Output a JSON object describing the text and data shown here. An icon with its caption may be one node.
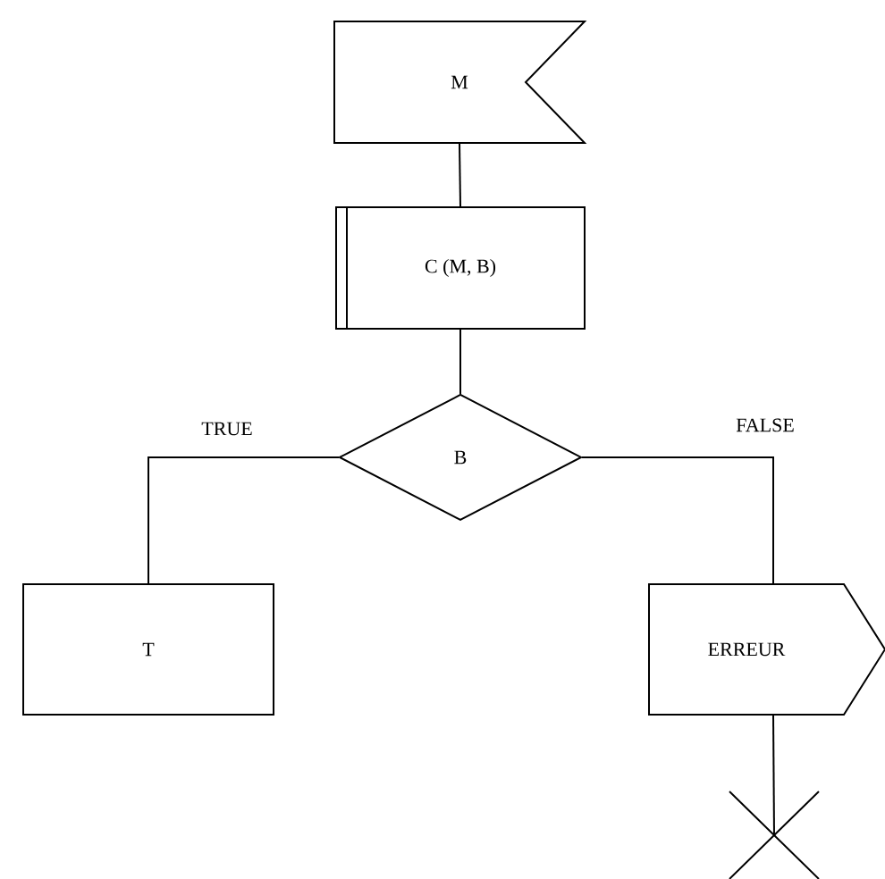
{
  "diagram": {
    "nodes": [
      {
        "text": [
          "M"
        ]
      },
      {
        "text": [
          "C (M, B)"
        ]
      },
      {
        "text": [
          "B"
        ]
      },
      {
        "text": [
          "T"
        ]
      },
      {
        "text": [
          "ERREUR"
        ]
      },
      {
        "text": [],
        "shape": "cross"
      }
    ],
    "edges": [
      {
        "from": 0,
        "to": 1,
        "arrow": "none"
      },
      {
        "from": 1,
        "to": 2,
        "arrow": "none"
      },
      {
        "from": 2,
        "to": 3,
        "arrow": "none",
        "label": "TRUE"
      },
      {
        "from": 2,
        "to": 4,
        "arrow": "none",
        "label": "FALSE"
      },
      {
        "from": 4,
        "to": 5,
        "arrow": "none"
      }
    ]
  }
}
